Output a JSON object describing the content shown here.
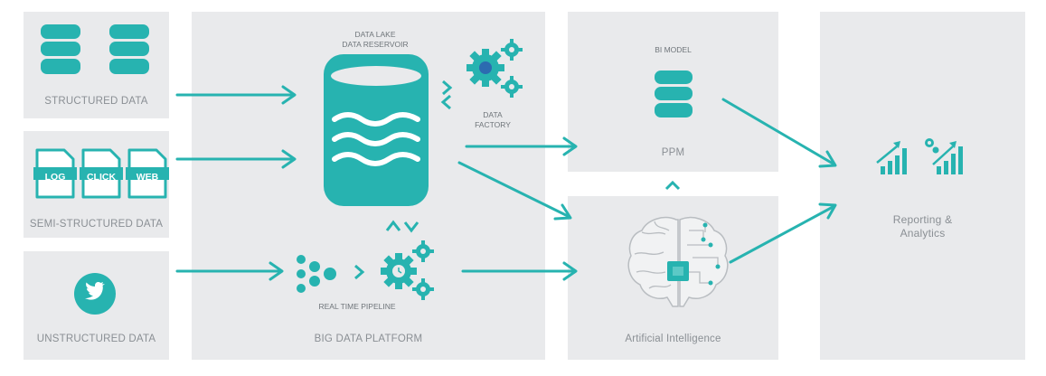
{
  "colors": {
    "teal": "#27b3b0",
    "panel": "#e9eaec",
    "label": "#8a8f94"
  },
  "sources": {
    "structured": "STRUCTURED DATA",
    "semi_structured": "SEMI-STRUCTURED DATA",
    "unstructured": "UNSTRUCTURED DATA",
    "doc_tags": [
      "LOG",
      "CLICK",
      "WEB"
    ]
  },
  "platform": {
    "lake_title_1": "DATA LAKE",
    "lake_title_2": "DATA RESERVOIR",
    "factory_1": "DATA",
    "factory_2": "FACTORY",
    "pipeline": "REAL TIME PIPELINE",
    "label": "BIG DATA PLATFORM"
  },
  "bi": {
    "title": "BI MODEL",
    "label": "PPM"
  },
  "ai": {
    "label": "Artificial Intelligence"
  },
  "reporting": {
    "line1": "Reporting &",
    "line2": "Analytics"
  }
}
